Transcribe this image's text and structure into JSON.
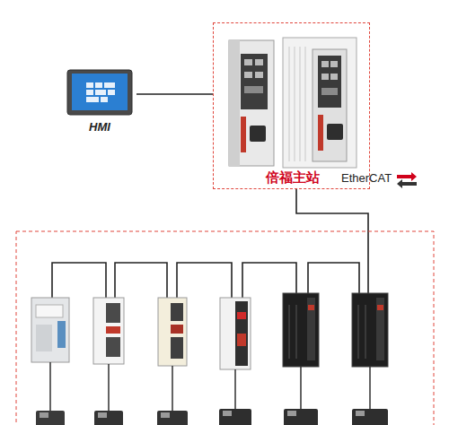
{
  "diagram": {
    "nodes": [
      {
        "text": [
          "HMI"
        ]
      },
      {
        "text": [
          "倍福主站"
        ]
      }
    ],
    "edges": [
      {
        "from": 0,
        "to": 1,
        "arrow": "none"
      }
    ],
    "labels": [
      "EtherCAT"
    ]
  }
}
